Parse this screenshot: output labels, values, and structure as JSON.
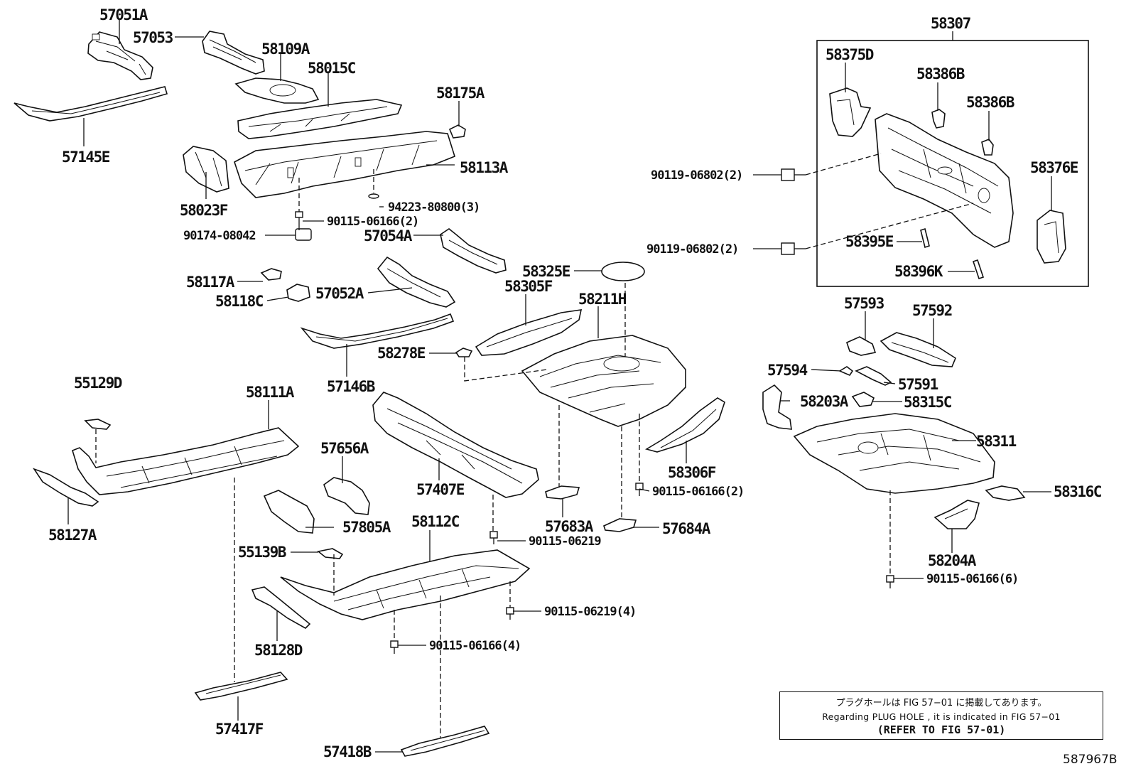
{
  "labels": {
    "p57051A": "57051A",
    "p57053": "57053",
    "p58109A": "58109A",
    "p58015C": "58015C",
    "p57145E": "57145E",
    "p58175A": "58175A",
    "p58113A": "58113A",
    "p58023F": "58023F",
    "p94223": "94223-80800(3)",
    "p90115_2a": "90115-06166(2)",
    "p90174": "90174-08042",
    "p57054A": "57054A",
    "p58117A": "58117A",
    "p58118C": "58118C",
    "p57052A": "57052A",
    "p57146B": "57146B",
    "p58325E": "58325E",
    "p58305F": "58305F",
    "p58211H": "58211H",
    "p58278E": "58278E",
    "p55129D": "55129D",
    "p58111A": "58111A",
    "p58127A": "58127A",
    "p57656A": "57656A",
    "p57407E": "57407E",
    "p58306F": "58306F",
    "p90115_2b": "90115-06166(2)",
    "p57805A": "57805A",
    "p58112C": "58112C",
    "p57683A": "57683A",
    "p57684A": "57684A",
    "p90115_06219": "90115-06219",
    "p55139B": "55139B",
    "p90115_06219_4": "90115-06219(4)",
    "p58128D": "58128D",
    "p90115_4": "90115-06166(4)",
    "p57417F": "57417F",
    "p57418B": "57418B",
    "p58307": "58307",
    "p58375D": "58375D",
    "p58386B_1": "58386B",
    "p58386B_2": "58386B",
    "p90119_a": "90119-06802(2)",
    "p58376E": "58376E",
    "p90119_b": "90119-06802(2)",
    "p58395E": "58395E",
    "p58396K": "58396K",
    "p57593": "57593",
    "p57592": "57592",
    "p57594": "57594",
    "p57591": "57591",
    "p58203A": "58203A",
    "p58315C": "58315C",
    "p58311": "58311",
    "p58316C": "58316C",
    "p58204A": "58204A",
    "p90115_6": "90115-06166(6)"
  },
  "note": {
    "line1": "プラグホールは FIG 57−01 に掲載してあります。",
    "line2": "Regarding PLUG HOLE , it is indicated in FIG 57−01",
    "line3": "(REFER TO FIG 57-01)"
  },
  "catalog_number": "587967B"
}
